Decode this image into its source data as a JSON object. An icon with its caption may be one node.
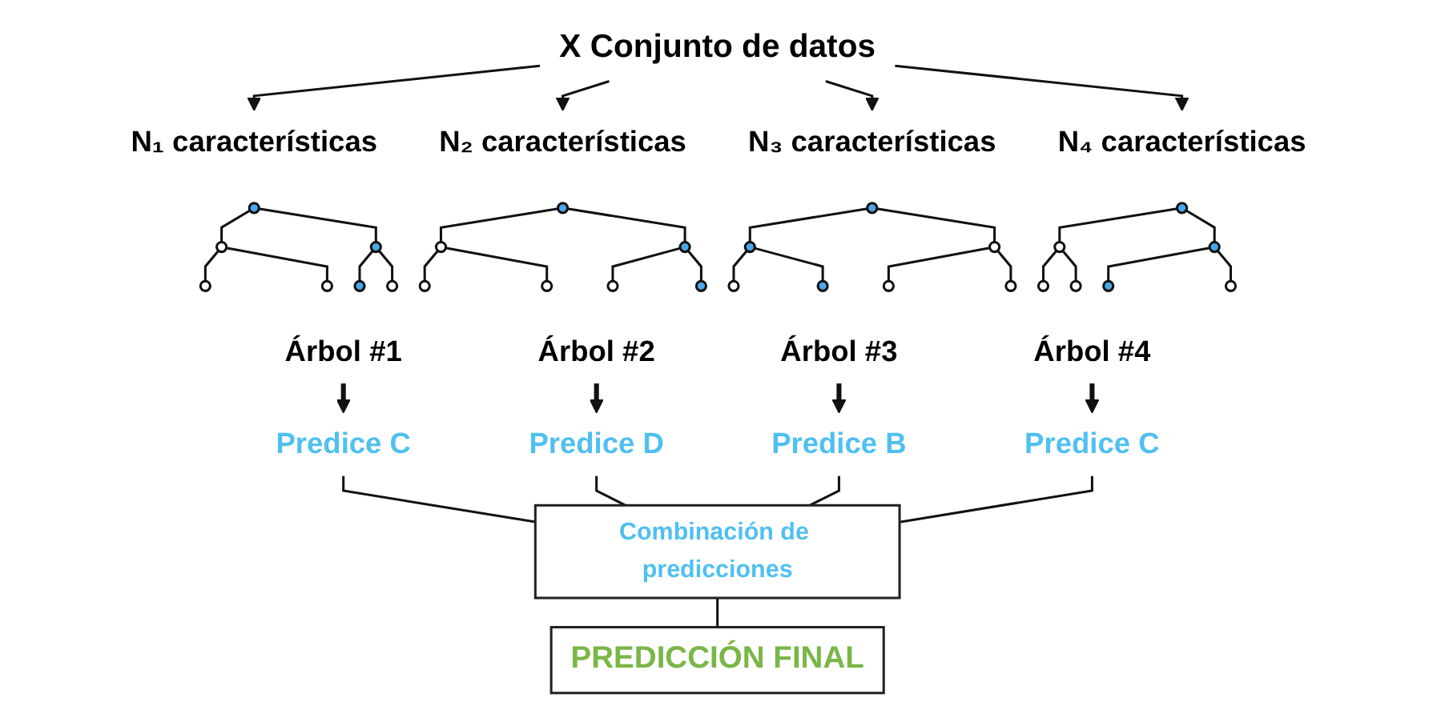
{
  "diagram": {
    "nodes": [
      {
        "text": [
          "X Conjunto de datos"
        ]
      },
      {
        "text": [
          "N₁ características"
        ]
      },
      {
        "text": [
          "N₂ características"
        ]
      },
      {
        "text": [
          "N₃ características"
        ]
      },
      {
        "text": [
          "N₄ características"
        ]
      },
      {
        "text": [],
        "shape": "circle"
      },
      {
        "text": [],
        "shape": "circle"
      },
      {
        "text": [],
        "shape": "circle"
      },
      {
        "text": [],
        "shape": "circle"
      },
      {
        "text": [],
        "shape": "circle"
      },
      {
        "text": [],
        "shape": "circle"
      },
      {
        "text": [],
        "shape": "circle"
      },
      {
        "text": [],
        "shape": "circle"
      },
      {
        "text": [],
        "shape": "circle"
      },
      {
        "text": [],
        "shape": "circle"
      },
      {
        "text": [],
        "shape": "circle"
      },
      {
        "text": [],
        "shape": "circle"
      },
      {
        "text": [],
        "shape": "circle"
      },
      {
        "text": [],
        "shape": "circle"
      },
      {
        "text": [],
        "shape": "circle"
      },
      {
        "text": [],
        "shape": "circle"
      },
      {
        "text": [],
        "shape": "circle"
      },
      {
        "text": [],
        "shape": "circle"
      },
      {
        "text": [],
        "shape": "circle"
      },
      {
        "text": [],
        "shape": "circle"
      },
      {
        "text": [],
        "shape": "circle"
      },
      {
        "text": [],
        "shape": "circle"
      },
      {
        "text": [],
        "shape": "circle"
      },
      {
        "text": [],
        "shape": "circle"
      },
      {
        "text": [],
        "shape": "circle"
      },
      {
        "text": [],
        "shape": "circle"
      },
      {
        "text": [],
        "shape": "circle"
      },
      {
        "text": [],
        "shape": "circle"
      },
      {
        "text": [
          "Árbol #1"
        ]
      },
      {
        "text": [
          "Árbol #2"
        ]
      },
      {
        "text": [
          "Árbol #3"
        ]
      },
      {
        "text": [
          "Árbol #4"
        ]
      },
      {
        "text": [
          "Predice C"
        ]
      },
      {
        "text": [
          "Predice D"
        ]
      },
      {
        "text": [
          "Predice B"
        ]
      },
      {
        "text": [
          "Predice C"
        ]
      },
      {
        "text": [
          "Combinación de predicciones"
        ]
      },
      {
        "text": [
          "PREDICCIÓN FINAL"
        ]
      }
    ],
    "edges": [
      {
        "from": 0,
        "to": 1,
        "arrow": "to"
      },
      {
        "from": 0,
        "to": 2,
        "arrow": "to"
      },
      {
        "from": 0,
        "to": 3,
        "arrow": "to"
      },
      {
        "from": 0,
        "to": 4,
        "arrow": "to"
      },
      {
        "from": 5,
        "to": 6,
        "arrow": "none"
      },
      {
        "from": 5,
        "to": 7,
        "arrow": "none"
      },
      {
        "from": 6,
        "to": 8,
        "arrow": "none"
      },
      {
        "from": 6,
        "to": 9,
        "arrow": "none"
      },
      {
        "from": 7,
        "to": 10,
        "arrow": "none"
      },
      {
        "from": 7,
        "to": 11,
        "arrow": "none"
      },
      {
        "from": 12,
        "to": 13,
        "arrow": "none"
      },
      {
        "from": 12,
        "to": 14,
        "arrow": "none"
      },
      {
        "from": 13,
        "to": 15,
        "arrow": "none"
      },
      {
        "from": 13,
        "to": 16,
        "arrow": "none"
      },
      {
        "from": 14,
        "to": 17,
        "arrow": "none"
      },
      {
        "from": 14,
        "to": 18,
        "arrow": "none"
      },
      {
        "from": 19,
        "to": 20,
        "arrow": "none"
      },
      {
        "from": 19,
        "to": 21,
        "arrow": "none"
      },
      {
        "from": 20,
        "to": 22,
        "arrow": "none"
      },
      {
        "from": 20,
        "to": 23,
        "arrow": "none"
      },
      {
        "from": 21,
        "to": 24,
        "arrow": "none"
      },
      {
        "from": 21,
        "to": 25,
        "arrow": "none"
      },
      {
        "from": 26,
        "to": 27,
        "arrow": "none"
      },
      {
        "from": 26,
        "to": 28,
        "arrow": "none"
      },
      {
        "from": 27,
        "to": 29,
        "arrow": "none"
      },
      {
        "from": 27,
        "to": 30,
        "arrow": "none"
      },
      {
        "from": 28,
        "to": 31,
        "arrow": "none"
      },
      {
        "from": 28,
        "to": 32,
        "arrow": "none"
      },
      {
        "from": 33,
        "to": 37,
        "arrow": "to",
        "style": "thick"
      },
      {
        "from": 34,
        "to": 38,
        "arrow": "to",
        "style": "thick"
      },
      {
        "from": 35,
        "to": 39,
        "arrow": "to",
        "style": "thick"
      },
      {
        "from": 36,
        "to": 40,
        "arrow": "to",
        "style": "thick"
      },
      {
        "from": 37,
        "to": 41,
        "arrow": "none"
      },
      {
        "from": 38,
        "to": 41,
        "arrow": "none"
      },
      {
        "from": 39,
        "to": 41,
        "arrow": "none"
      },
      {
        "from": 40,
        "to": 41,
        "arrow": "none"
      },
      {
        "from": 41,
        "to": 42,
        "arrow": "none"
      }
    ]
  }
}
